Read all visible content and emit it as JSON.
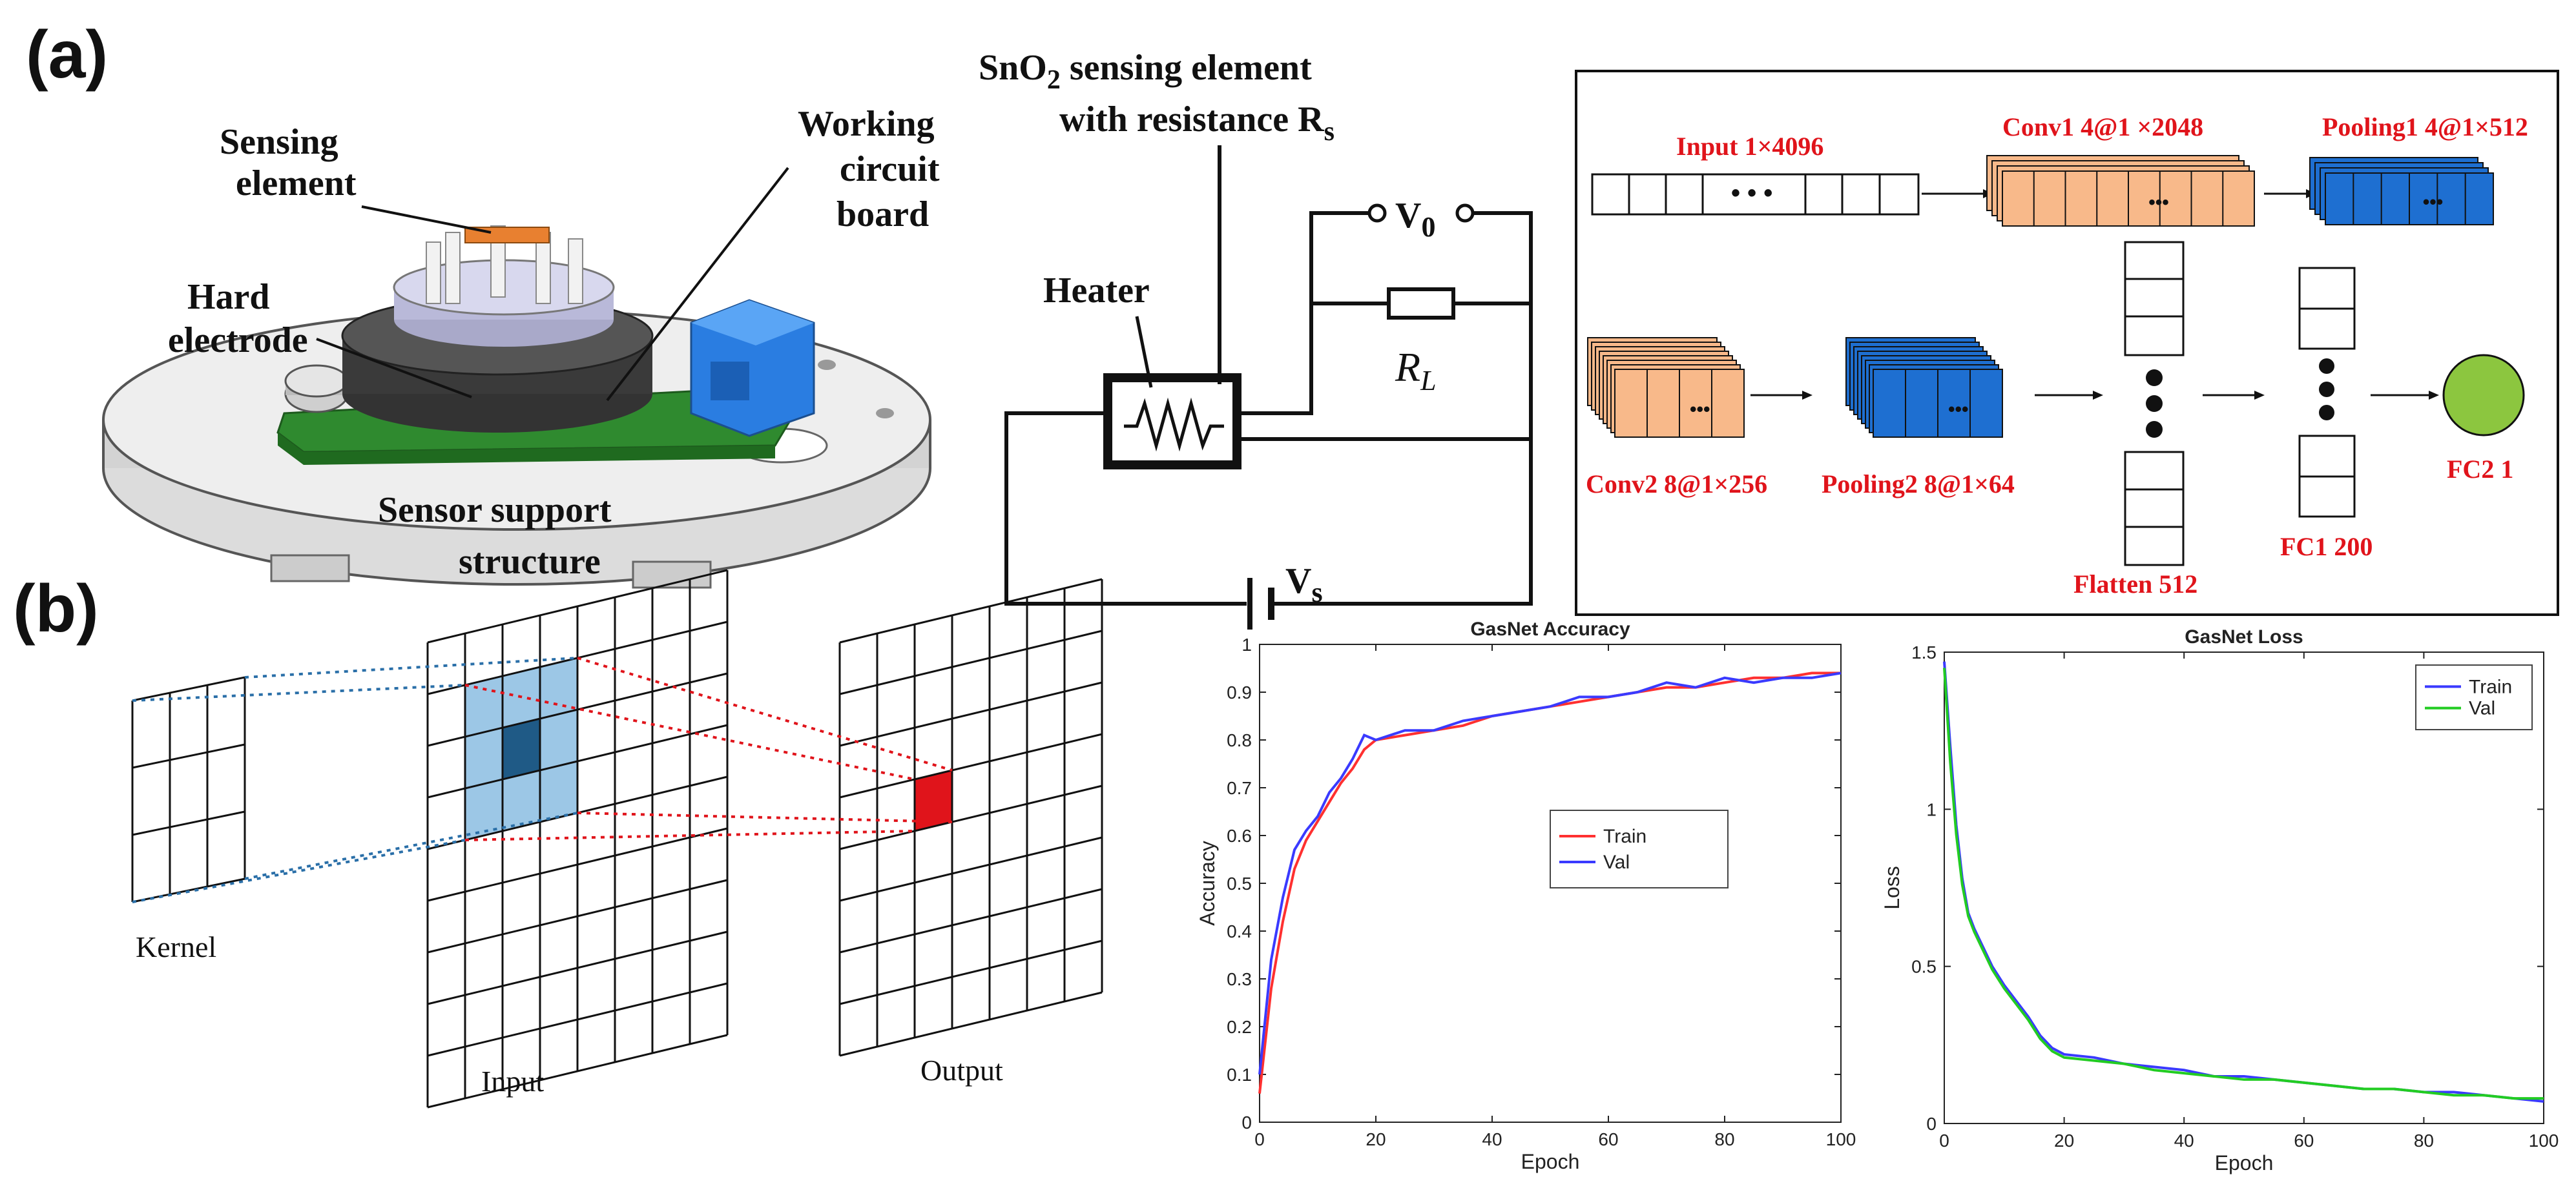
{
  "panels": {
    "a": "(a)",
    "b": "(b)"
  },
  "sensor": {
    "sensing_element": [
      "Sensing",
      "element"
    ],
    "working_board": [
      "Working",
      "circuit",
      "board"
    ],
    "hard_electrode": [
      "Hard",
      "electrode"
    ],
    "support": [
      "Sensor support",
      "structure"
    ]
  },
  "circuit": {
    "title_line1_pre": "SnO",
    "title_line1_sub": "2",
    "title_line1_post": " sensing element",
    "title_line2_pre": "with resistance R",
    "title_line2_sub": "s",
    "heater": "Heater",
    "v0": "V",
    "v0_sub": "0",
    "rl": "R",
    "rl_sub": "L",
    "vs": "V",
    "vs_sub": "s"
  },
  "cnn": {
    "input": "Input 1×4096",
    "conv1": "Conv1 4@1 ×2048",
    "pooling1": "Pooling1 4@1×512",
    "conv2": "Conv2 8@1×256",
    "pooling2": "Pooling2 8@1×64",
    "flatten": "Flatten 512",
    "fc1": "FC1  200",
    "fc2": "FC2 1",
    "dots": "• • •",
    "dots_small": "•••"
  },
  "convolution": {
    "kernel": "Kernel",
    "input": "Input",
    "output": "Output"
  },
  "colors": {
    "conv": "#f8b98a",
    "pool": "#1e6fd1",
    "fc2": "#8cc63f",
    "red": "#e0141b",
    "train_acc": "#ff3030",
    "val_acc": "#3a3aff",
    "train_loss": "#3a3aff",
    "val_loss": "#22cc22",
    "kernel_light": "#9cc7e6",
    "kernel_dark": "#1f5a86"
  },
  "chart_data": [
    {
      "type": "line",
      "title": "GasNet Accuracy",
      "xlabel": "Epoch",
      "ylabel": "Accuracy",
      "xlim": [
        0,
        100
      ],
      "ylim": [
        0,
        1
      ],
      "xticks": [
        "0",
        "20",
        "40",
        "60",
        "80",
        "100"
      ],
      "yticks": [
        "0",
        "0.1",
        "0.2",
        "0.3",
        "0.4",
        "0.5",
        "0.6",
        "0.7",
        "0.8",
        "0.9",
        "1"
      ],
      "legend_position": "center-right",
      "series": [
        {
          "name": "Train",
          "color": "#ff3030",
          "x": [
            0,
            2,
            4,
            6,
            8,
            10,
            12,
            14,
            16,
            18,
            20,
            25,
            30,
            35,
            40,
            45,
            50,
            55,
            60,
            65,
            70,
            75,
            80,
            85,
            90,
            95,
            100
          ],
          "y": [
            0.06,
            0.28,
            0.42,
            0.53,
            0.59,
            0.63,
            0.67,
            0.71,
            0.74,
            0.78,
            0.8,
            0.81,
            0.82,
            0.83,
            0.85,
            0.86,
            0.87,
            0.88,
            0.89,
            0.9,
            0.91,
            0.91,
            0.92,
            0.93,
            0.93,
            0.94,
            0.94
          ]
        },
        {
          "name": "Val",
          "color": "#3a3aff",
          "x": [
            0,
            2,
            4,
            6,
            8,
            10,
            12,
            14,
            16,
            18,
            20,
            25,
            30,
            35,
            40,
            45,
            50,
            55,
            60,
            65,
            70,
            75,
            80,
            85,
            90,
            95,
            100
          ],
          "y": [
            0.1,
            0.34,
            0.47,
            0.57,
            0.61,
            0.64,
            0.69,
            0.72,
            0.76,
            0.81,
            0.8,
            0.82,
            0.82,
            0.84,
            0.85,
            0.86,
            0.87,
            0.89,
            0.89,
            0.9,
            0.92,
            0.91,
            0.93,
            0.92,
            0.93,
            0.93,
            0.94
          ]
        }
      ]
    },
    {
      "type": "line",
      "title": "GasNet Loss",
      "xlabel": "Epoch",
      "ylabel": "Loss",
      "xlim": [
        0,
        100
      ],
      "ylim": [
        0,
        1.5
      ],
      "xticks": [
        "0",
        "20",
        "40",
        "60",
        "80",
        "100"
      ],
      "yticks": [
        "0",
        "0.5",
        "1",
        "1.5"
      ],
      "legend_position": "top-right",
      "series": [
        {
          "name": "Train",
          "color": "#3a3aff",
          "x": [
            0,
            1,
            2,
            3,
            4,
            5,
            6,
            8,
            10,
            12,
            14,
            16,
            18,
            20,
            25,
            30,
            35,
            40,
            45,
            50,
            55,
            60,
            65,
            70,
            75,
            80,
            85,
            90,
            95,
            100
          ],
          "y": [
            1.47,
            1.2,
            0.95,
            0.78,
            0.67,
            0.62,
            0.58,
            0.5,
            0.44,
            0.39,
            0.34,
            0.28,
            0.24,
            0.22,
            0.21,
            0.19,
            0.18,
            0.17,
            0.15,
            0.15,
            0.14,
            0.13,
            0.12,
            0.11,
            0.11,
            0.1,
            0.1,
            0.09,
            0.08,
            0.07
          ]
        },
        {
          "name": "Val",
          "color": "#22cc22",
          "x": [
            0,
            1,
            2,
            3,
            4,
            5,
            6,
            8,
            10,
            12,
            14,
            16,
            18,
            20,
            25,
            30,
            35,
            40,
            45,
            50,
            55,
            60,
            65,
            70,
            75,
            80,
            85,
            90,
            95,
            100
          ],
          "y": [
            1.45,
            1.15,
            0.92,
            0.76,
            0.66,
            0.61,
            0.57,
            0.49,
            0.43,
            0.38,
            0.33,
            0.27,
            0.23,
            0.21,
            0.2,
            0.19,
            0.17,
            0.16,
            0.15,
            0.14,
            0.14,
            0.13,
            0.12,
            0.11,
            0.11,
            0.1,
            0.09,
            0.09,
            0.08,
            0.08
          ]
        }
      ]
    }
  ]
}
